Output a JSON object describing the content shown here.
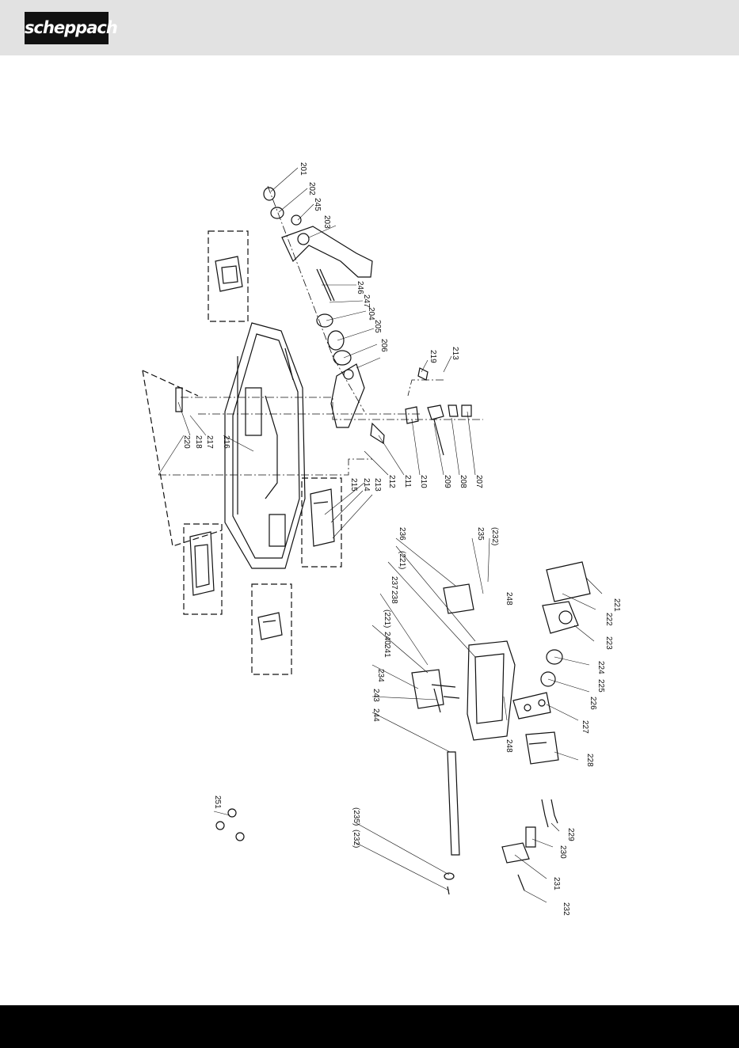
{
  "brand": {
    "name": "scheppach",
    "colors": {
      "header_bg": "#e2e2e2",
      "logo_bg": "#111111",
      "footer_bg": "#000000"
    }
  },
  "diagram": {
    "part_labels": [
      "201",
      "202",
      "245",
      "203",
      "246",
      "247",
      "204",
      "205",
      "206",
      "219",
      "213",
      "207",
      "208",
      "209",
      "210",
      "211",
      "212",
      "216",
      "217",
      "218",
      "220",
      "215",
      "214",
      "213",
      "(232)",
      "235",
      "236",
      "(221)",
      "237",
      "238",
      "(221)",
      "240",
      "241",
      "234",
      "243",
      "244",
      "248",
      "248",
      "221",
      "222",
      "223",
      "224",
      "225",
      "226",
      "227",
      "228",
      "229",
      "230",
      "231",
      "232",
      "(235)",
      "(232)",
      "251"
    ]
  }
}
